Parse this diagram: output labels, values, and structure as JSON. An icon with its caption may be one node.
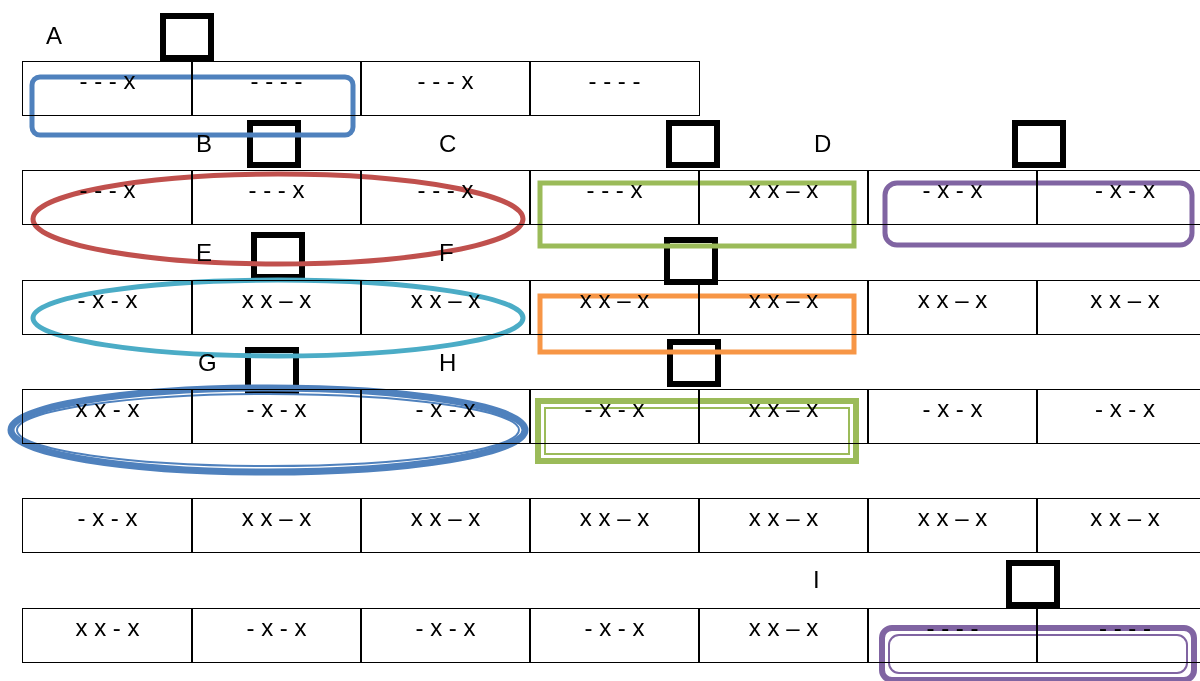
{
  "diagram": {
    "labels": [
      "A",
      "- - - x",
      "- - - -",
      "- - - x",
      "- - - -",
      "B",
      "C",
      "D",
      "- - - x",
      "- - - x",
      "- - - x",
      "- - - x",
      "x x – x",
      "- x - x",
      "- x - x",
      "E",
      "F",
      "- x - x",
      "x x – x",
      "x x – x",
      "x x – x",
      "x x – x",
      "x x – x",
      "x x – x",
      "G",
      "H",
      "x x - x",
      "- x - x",
      "- x - x",
      "- x - x",
      "x x – x",
      "- x - x",
      "- x - x",
      "- x - x",
      "x x – x",
      "x x – x",
      "x x – x",
      "x x – x",
      "x x – x",
      "x x – x",
      "I",
      "x x - x",
      "- x - x",
      "- x - x",
      "- x - x",
      "x x – x",
      "- - - -",
      "- - - -"
    ]
  }
}
